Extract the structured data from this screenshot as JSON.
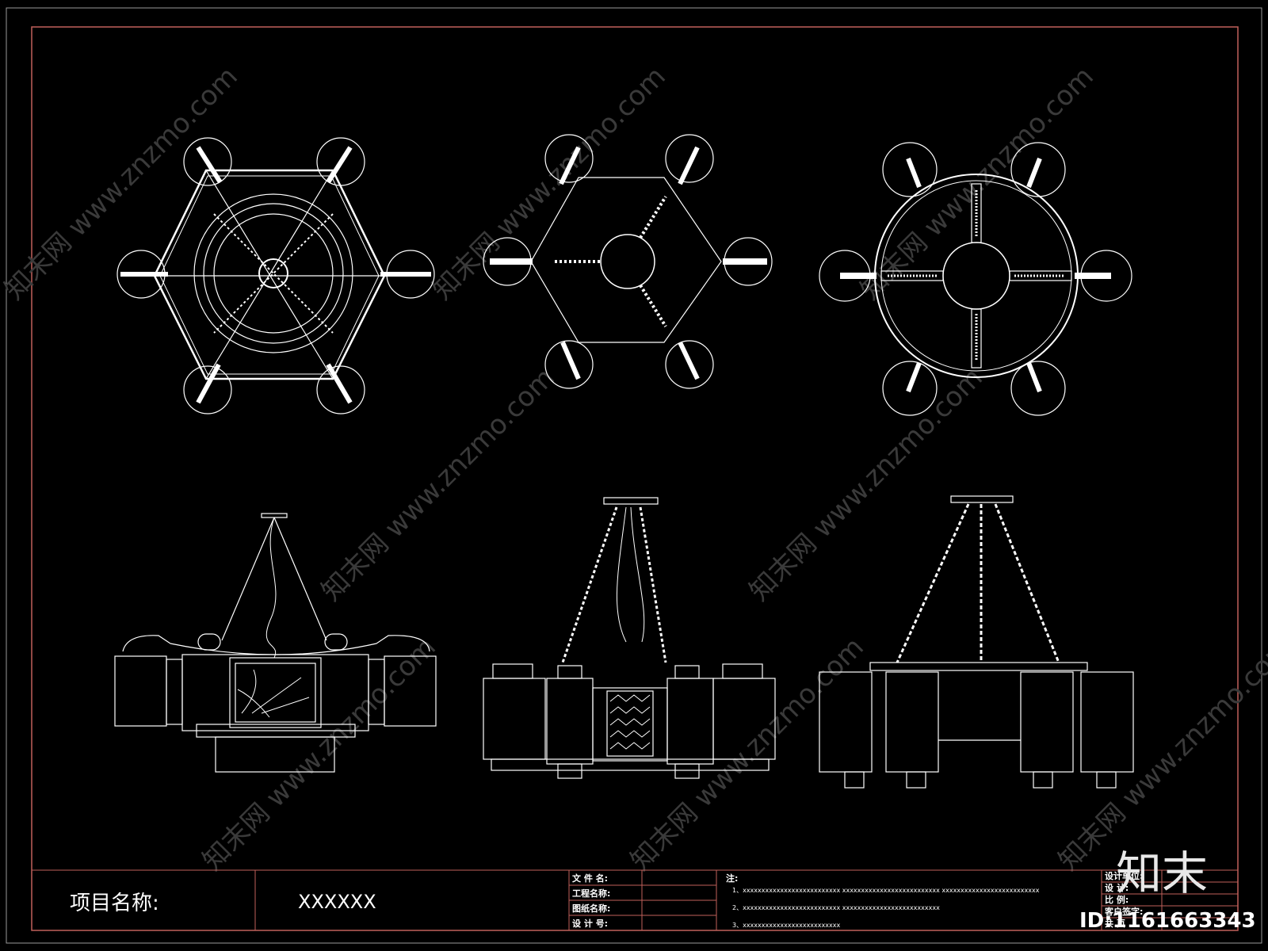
{
  "title_block": {
    "project_label": "项目名称:",
    "project_value": "XXXXXX",
    "fields": [
      "文 件 名:",
      "工程名称:",
      "图纸名称:",
      "设 计 号:"
    ],
    "notes_label": "注:",
    "notes": [
      "1、xxxxxxxxxxxxxxxxxxxxxxxxxx    xxxxxxxxxxxxxxxxxxxxxxxxxx    xxxxxxxxxxxxxxxxxxxxxxxxxx",
      "2、xxxxxxxxxxxxxxxxxxxxxxxxxx    xxxxxxxxxxxxxxxxxxxxxxxxxx",
      "3、xxxxxxxxxxxxxxxxxxxxxxxxxx"
    ],
    "right_fields": [
      "设计单位:",
      "设  计:",
      "比  例:",
      "客户签字:",
      "共  页"
    ]
  },
  "branding": {
    "logo_text": "知末",
    "id_text": "ID:1161663343",
    "watermark": "知末网 www.znzmo.com"
  },
  "colors": {
    "frame": "#c0605a",
    "line": "#ffffff",
    "background": "#000000"
  }
}
